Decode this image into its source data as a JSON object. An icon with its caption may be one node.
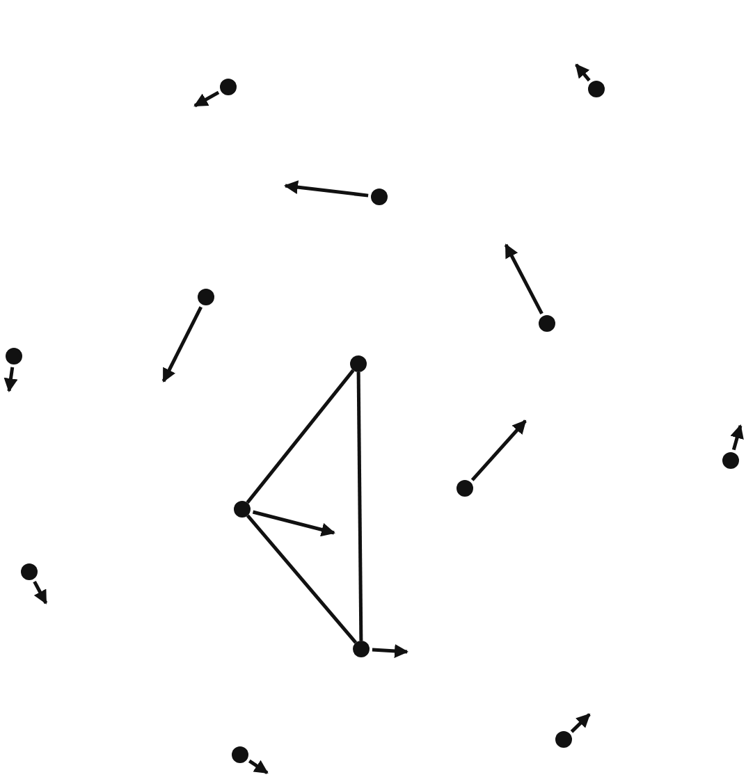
{
  "diagram": {
    "nodes": [
      {
        "text": [],
        "shape": "circle"
      },
      {
        "text": [],
        "shape": "circle"
      },
      {
        "text": [],
        "shape": "circle"
      },
      {
        "text": [],
        "shape": "circle"
      },
      {
        "text": [],
        "shape": "circle"
      },
      {
        "text": [],
        "shape": "circle"
      },
      {
        "text": [],
        "shape": "circle"
      },
      {
        "text": [],
        "shape": "circle"
      },
      {
        "text": [],
        "shape": "circle"
      },
      {
        "text": [],
        "shape": "circle"
      },
      {
        "text": [],
        "shape": "circle"
      },
      {
        "text": [],
        "shape": "circle"
      },
      {
        "text": [],
        "shape": "circle"
      },
      {
        "text": [],
        "shape": "circle"
      }
    ],
    "edges": [
      {
        "from": 6,
        "to": 9,
        "arrow": "none"
      },
      {
        "from": 6,
        "to": 11,
        "arrow": "none"
      },
      {
        "from": 9,
        "to": 11,
        "arrow": "none"
      }
    ]
  }
}
